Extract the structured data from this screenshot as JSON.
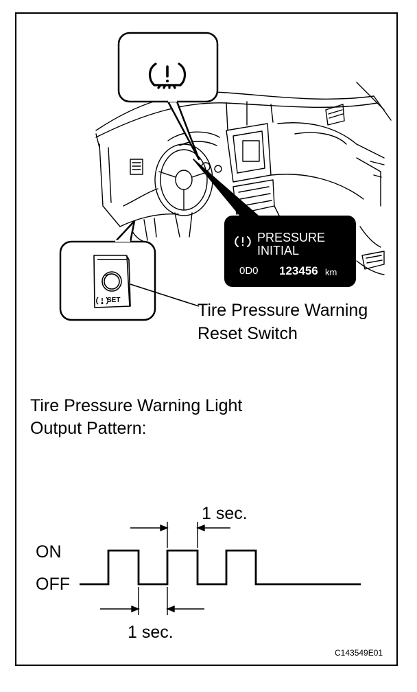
{
  "callouts": {
    "switch_label_line1": "Tire Pressure Warning",
    "switch_label_line2": "Reset Switch"
  },
  "display": {
    "line1": "PRESSURE",
    "line2": "INITIAL",
    "odo_label": "0D0",
    "odo_value": "123456",
    "odo_unit": "km",
    "icon": "tire-pressure-warning-icon"
  },
  "switch_panel": {
    "set_label": "SET"
  },
  "pattern": {
    "title_line1": "Tire Pressure Warning Light",
    "title_line2": "Output Pattern:",
    "on_label": "ON",
    "off_label": "OFF",
    "upper_interval_label": "1 sec.",
    "lower_interval_label": "1 sec.",
    "pulses": 3
  },
  "figure_code": "C143549E01"
}
